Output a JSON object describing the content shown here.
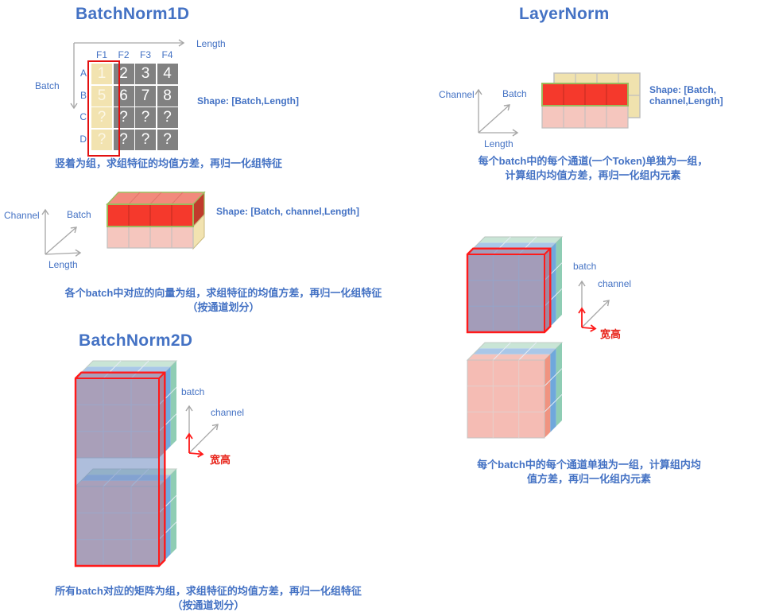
{
  "colors": {
    "heading_blue": "#4472C4",
    "caption_blue": "#4472C4",
    "highlight_red": "#F5392C",
    "table_red_border": "#E31010",
    "pink_row": "#F5C6BE",
    "salmon_top": "#F28A7C",
    "dark_red_side": "#C13B2C",
    "cream": "#F2E3B0",
    "gray_cell": "#818181",
    "green_border": "#9CBB5E",
    "overlay_blue": "rgba(94,126,186,0.55)",
    "cube_front_pink": "#F5C0B8",
    "cube_blue_stripe": "#6FA8DC",
    "cube_green_stripe": "#8FCDB4",
    "cube_top_blue": "#A9C7E8",
    "cube_top_green": "#C9E5D6",
    "axis_gray": "#A6A6A6",
    "axis_red": "#FF1A1A"
  },
  "sections": {
    "bn1d": {
      "title": "BatchNorm1D",
      "length_axis": "Length",
      "batch_axis": "Batch",
      "table": {
        "col_headers": [
          "F1",
          "F2",
          "F3",
          "F4"
        ],
        "row_headers": [
          "A",
          "B",
          "C",
          "D"
        ],
        "cells": [
          [
            "1",
            "2",
            "3",
            "4"
          ],
          [
            "5",
            "6",
            "7",
            "8"
          ],
          [
            "?",
            "?",
            "?",
            "?"
          ],
          [
            "?",
            "?",
            "?",
            "?"
          ]
        ]
      },
      "shape": "Shape: [Batch,Length]",
      "caption": "竖着为组，求组特征的均值方差，再归一化组特征"
    },
    "bn1d_mid": {
      "channel_axis": "Channel",
      "batch_axis": "Batch",
      "length_axis": "Length",
      "shape": "Shape: [Batch, channel,Length]",
      "caption1": "各个batch中对应的向量为组，求组特征的均值方差，再归一化组特征",
      "caption2": "（按通道划分）"
    },
    "bn2d": {
      "title": "BatchNorm2D",
      "batch_axis": "batch",
      "channel_axis": "channel",
      "wh_axis": "宽高",
      "caption1": "所有batch对应的矩阵为组，求组特征的均值方差，再归一化组特征",
      "caption2": "（按通道划分）"
    },
    "layernorm": {
      "title": "LayerNorm",
      "channel_axis": "Channel",
      "batch_axis": "Batch",
      "length_axis": "Length",
      "shape": "Shape: [Batch, channel,Length]",
      "caption1": "每个batch中的每个通道(一个Token)单独为一组，",
      "caption2": "计算组内均值方差，再归一化组内元素"
    },
    "layernorm_mid": {
      "batch_axis": "batch",
      "channel_axis": "channel",
      "wh_axis": "宽高",
      "caption1": "每个batch中的每个通道单独为一组，计算组内均",
      "caption2": "值方差，再归一化组内元素"
    }
  }
}
